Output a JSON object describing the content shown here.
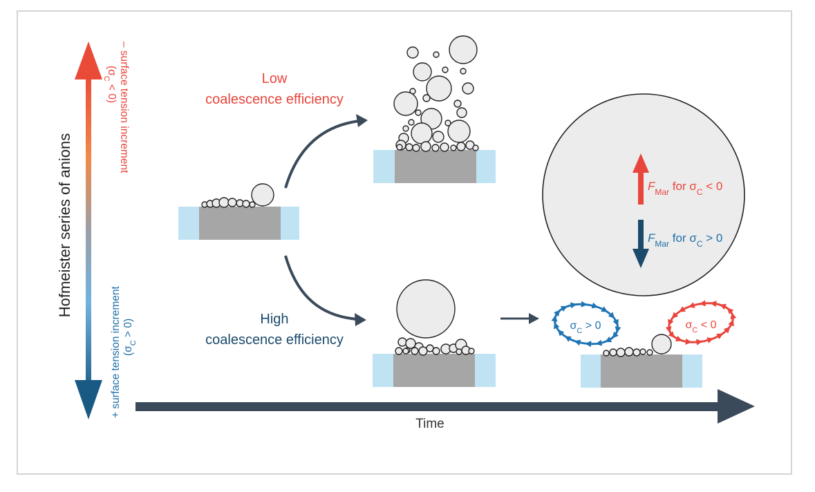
{
  "title": "Hofmeister series of anions",
  "axis": {
    "top_label": "– surface tension increment",
    "top_sub": "(σ",
    "top_sub_idx": "C",
    "top_sub_rel": " < 0)",
    "bottom_label": "+ surface tension increment",
    "bottom_sub": "(σ",
    "bottom_sub_idx": "C",
    "bottom_sub_rel": " > 0)"
  },
  "branches": {
    "low": {
      "line1": "Low",
      "line2": "coalescence efficiency"
    },
    "high": {
      "line1": "High",
      "line2": "coalescence efficiency"
    }
  },
  "forces": {
    "up": {
      "F": "F",
      "sub": "Mar",
      "text": " for σ",
      "idx": "C",
      "rel": " < 0"
    },
    "down": {
      "F": "F",
      "sub": "Mar",
      "text": " for σ",
      "idx": "C",
      "rel": " > 0"
    }
  },
  "flows": {
    "blue": {
      "sigma": "σ",
      "idx": "C",
      "rel": " > 0"
    },
    "red": {
      "sigma": "σ",
      "idx": "C",
      "rel": " < 0"
    }
  },
  "time_label": "Time",
  "colors": {
    "red": "#e8453c",
    "blue": "#1f74b4",
    "navy": "#1b4a6b",
    "slate": "#3b4a5a",
    "substrate_light": "#bfe3f3",
    "substrate_gray": "#a6a6a7",
    "bubble_fill": "#ececec",
    "bubble_stroke": "#222222"
  }
}
